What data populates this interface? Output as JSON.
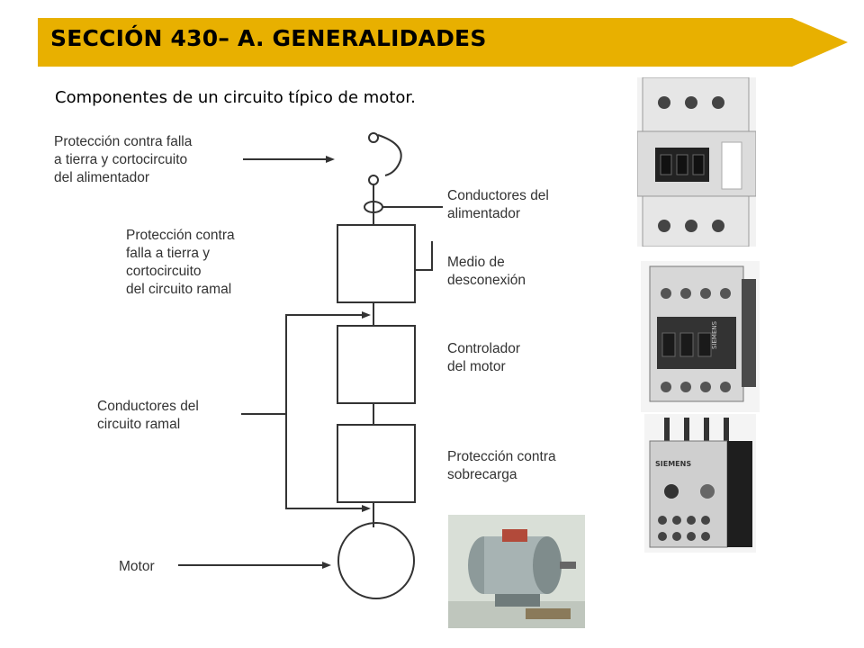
{
  "header": {
    "title": "SECCIÓN 430– A. GENERALIDADES",
    "accent_color": "#E8B000"
  },
  "subtitle": "Componentes de un circuito típico de motor.",
  "diagram": {
    "labels": {
      "feeder_protection": "Protección contra falla\na tierra y cortocircuito\ndel alimentador",
      "feeder_conductors": "Conductores del\nalimentador",
      "branch_protection": "Protección contra\nfalla a tierra y\ncortocircuito\ndel circuito ramal",
      "disconnect": "Medio de\ndesconexión",
      "controller": "Controlador\ndel motor",
      "branch_conductors": "Conductores del\ncircuito ramal",
      "overload": "Protección contra\nsobrecarga",
      "motor": "Motor"
    },
    "photo_labels": {
      "contactor_brand": "SIEMENS",
      "relay_brand": "SIEMENS"
    }
  }
}
